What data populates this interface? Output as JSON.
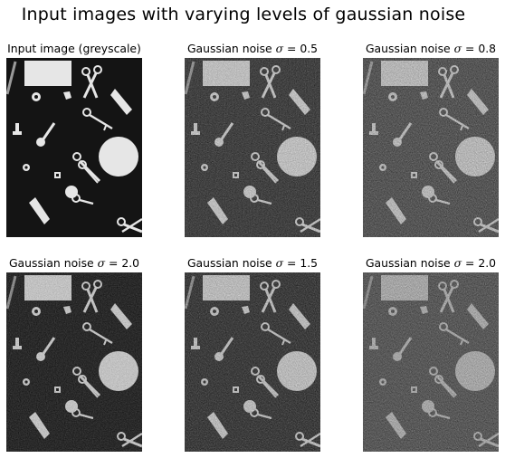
{
  "figure": {
    "title": "Input images with varying levels of gaussian noise"
  },
  "panels": [
    {
      "title": "Input image (greyscale)",
      "noise": 0.0
    },
    {
      "title_prefix": "Gaussian noise ",
      "sigma_symbol": "σ",
      "sigma_text": " = 0.5",
      "noise": 0.5
    },
    {
      "title_prefix": "Gaussian noise ",
      "sigma_symbol": "σ",
      "sigma_text": " = 0.8",
      "noise": 0.8
    },
    {
      "title_prefix": "Gaussian noise ",
      "sigma_symbol": "σ",
      "sigma_text": " = 2.0",
      "noise": 2.0
    },
    {
      "title_prefix": "Gaussian noise ",
      "sigma_symbol": "σ",
      "sigma_text": " = 1.5",
      "noise": 1.5
    },
    {
      "title_prefix": "Gaussian noise ",
      "sigma_symbol": "σ",
      "sigma_text": " = 2.0",
      "noise": 2.0
    }
  ],
  "image_content": "greyscale photo of white tools and shapes (scissors, keys, screws, nuts, a disc, a rectangle) on a black background",
  "colors": {
    "background": "#141414",
    "objects": "#e6e6e6"
  }
}
